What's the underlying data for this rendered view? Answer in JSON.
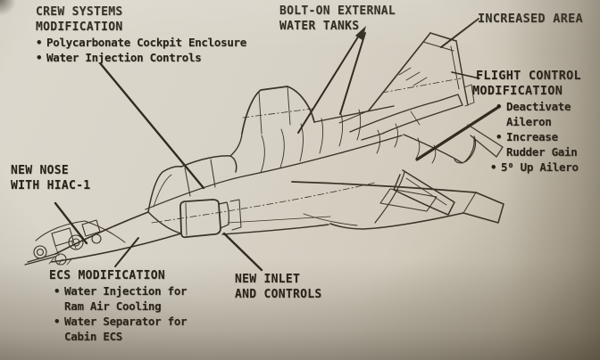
{
  "bullet_char": "•",
  "colors": {
    "paper": "#d7d2c6",
    "ink_text": "#272119",
    "ink_line": "#3a3226"
  },
  "callouts": {
    "crew_systems": {
      "title1": "CREW SYSTEMS",
      "title2": "MODIFICATION",
      "b1": "Polycarbonate Cockpit Enclosure",
      "b2": "Water Injection Controls"
    },
    "water_tanks": {
      "line1": "BOLT-ON EXTERNAL",
      "line2": "WATER TANKS"
    },
    "increased_area": {
      "text": "INCREASED AREA"
    },
    "flight_control": {
      "title1": "FLIGHT CONTROL",
      "title2": "MODIFICATION",
      "b1l1": "Deactivate",
      "b1l2": "Aileron",
      "b2l1": "Increase",
      "b2l2": "Rudder Gain",
      "b3": "5⁰ Up Ailero"
    },
    "new_nose": {
      "line1": "NEW NOSE",
      "line2": "WITH HIAC-1"
    },
    "ecs": {
      "title": "ECS MODIFICATION",
      "b1l1": "Water Injection for",
      "b1l2": "Ram Air Cooling",
      "b2l1": "Water Separator for",
      "b2l2": "Cabin ECS"
    },
    "new_inlet": {
      "line1": "NEW INLET",
      "line2": "AND CONTROLS"
    }
  }
}
